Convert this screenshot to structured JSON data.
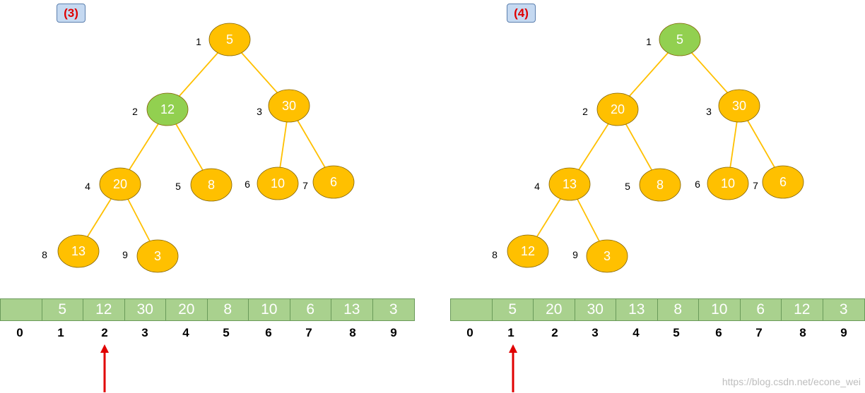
{
  "colors": {
    "node": "#ffc000",
    "highlight": "#92d050",
    "edge": "#ffc000",
    "cell": "#a9d18e",
    "arrow": "#e00000"
  },
  "panels": [
    {
      "label": "(3)",
      "highlight_node": 2,
      "nodes": [
        {
          "index": "1",
          "value": "5"
        },
        {
          "index": "2",
          "value": "12"
        },
        {
          "index": "3",
          "value": "30"
        },
        {
          "index": "4",
          "value": "20"
        },
        {
          "index": "5",
          "value": "8"
        },
        {
          "index": "6",
          "value": "10"
        },
        {
          "index": "7",
          "value": "6"
        },
        {
          "index": "8",
          "value": "13"
        },
        {
          "index": "9",
          "value": "3"
        }
      ],
      "array": [
        "",
        "5",
        "12",
        "30",
        "20",
        "8",
        "10",
        "6",
        "13",
        "3"
      ],
      "indices": [
        "0",
        "1",
        "2",
        "3",
        "4",
        "5",
        "6",
        "7",
        "8",
        "9"
      ],
      "pointer_index": 2
    },
    {
      "label": "(4)",
      "highlight_node": 1,
      "nodes": [
        {
          "index": "1",
          "value": "5"
        },
        {
          "index": "2",
          "value": "20"
        },
        {
          "index": "3",
          "value": "30"
        },
        {
          "index": "4",
          "value": "13"
        },
        {
          "index": "5",
          "value": "8"
        },
        {
          "index": "6",
          "value": "10"
        },
        {
          "index": "7",
          "value": "6"
        },
        {
          "index": "8",
          "value": "12"
        },
        {
          "index": "9",
          "value": "3"
        }
      ],
      "array": [
        "",
        "5",
        "20",
        "30",
        "13",
        "8",
        "10",
        "6",
        "12",
        "3"
      ],
      "indices": [
        "0",
        "1",
        "2",
        "3",
        "4",
        "5",
        "6",
        "7",
        "8",
        "9"
      ],
      "pointer_index": 1
    }
  ],
  "watermark": "https://blog.csdn.net/econe_wei"
}
